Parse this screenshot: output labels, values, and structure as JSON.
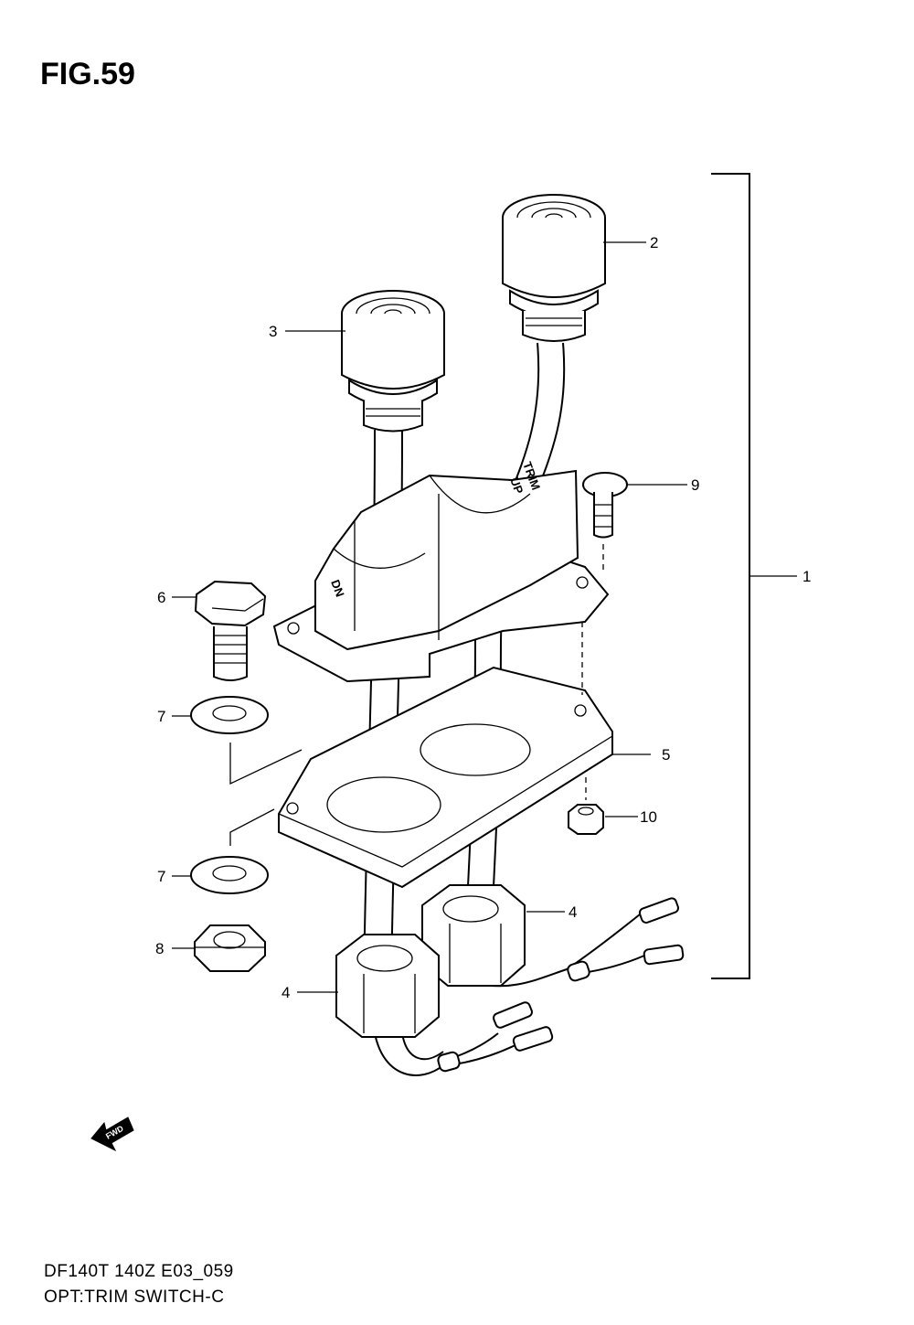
{
  "figure": {
    "title": "FIG.59"
  },
  "callouts": [
    {
      "id": "1",
      "label": "1"
    },
    {
      "id": "2",
      "label": "2"
    },
    {
      "id": "3",
      "label": "3"
    },
    {
      "id": "4a",
      "label": "4"
    },
    {
      "id": "4b",
      "label": "4"
    },
    {
      "id": "5",
      "label": "5"
    },
    {
      "id": "6",
      "label": "6"
    },
    {
      "id": "7a",
      "label": "7"
    },
    {
      "id": "7b",
      "label": "7"
    },
    {
      "id": "8",
      "label": "8"
    },
    {
      "id": "9",
      "label": "9"
    },
    {
      "id": "10",
      "label": "10"
    }
  ],
  "markings": {
    "trim": "TRIM",
    "up": "UP",
    "dn": "DN",
    "fwd": "FWD"
  },
  "footer": {
    "code": "DF140T 140Z E03_059",
    "name": "OPT:TRIM SWITCH-C"
  }
}
